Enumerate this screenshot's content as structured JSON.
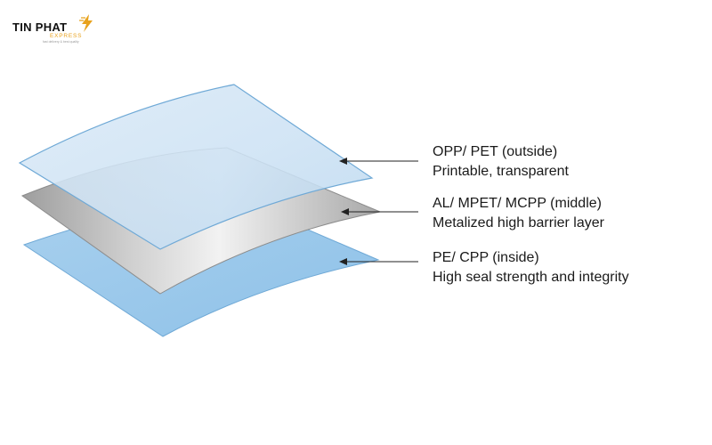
{
  "brand": {
    "name": "TIN PHAT",
    "sub": "EXPRESS",
    "tagline": "fast delivery & best quality",
    "accent_color": "#e8a21c",
    "icon": "lightning-bolt-icon"
  },
  "layers": [
    {
      "id": "outside",
      "line1": "OPP/ PET (outside)",
      "line2": "Printable, transparent",
      "color": "#cfe3f4"
    },
    {
      "id": "middle",
      "line1": "AL/ MPET/ MCPP (middle)",
      "line2": "Metalized high barrier layer",
      "color": "#c4c4c4"
    },
    {
      "id": "inside",
      "line1": "PE/ CPP (inside)",
      "line2": "High seal strength and integrity",
      "color": "#9bc8ea"
    }
  ]
}
